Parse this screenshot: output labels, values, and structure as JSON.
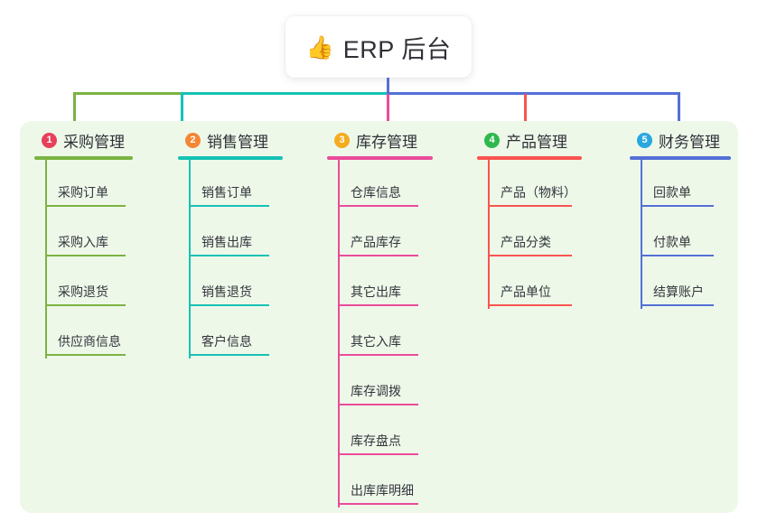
{
  "root": {
    "icon": "👍",
    "icon_name": "thumbs-up-icon",
    "title": "ERP 后台"
  },
  "panel": {
    "background": "#eef8e9"
  },
  "columns": [
    {
      "number": "1",
      "title": "采购管理",
      "badge_color": "#e8405a",
      "line_color": "#7cb342",
      "items": [
        "采购订单",
        "采购入库",
        "采购退货",
        "供应商信息"
      ]
    },
    {
      "number": "2",
      "title": "销售管理",
      "badge_color": "#f58634",
      "line_color": "#16c2b5",
      "items": [
        "销售订单",
        "销售出库",
        "销售退货",
        "客户信息"
      ]
    },
    {
      "number": "3",
      "title": "库存管理",
      "badge_color": "#f5ab1e",
      "line_color": "#ea4b9b",
      "items": [
        "仓库信息",
        "产品库存",
        "其它出库",
        "其它入库",
        "库存调拨",
        "库存盘点",
        "出库库明细"
      ]
    },
    {
      "number": "4",
      "title": "产品管理",
      "badge_color": "#2fb84f",
      "line_color": "#f9544f",
      "items": [
        "产品（物料）",
        "产品分类",
        "产品单位"
      ]
    },
    {
      "number": "5",
      "title": "财务管理",
      "badge_color": "#29a7e1",
      "line_color": "#5470d6",
      "items": [
        "回款单",
        "付款单",
        "结算账户"
      ]
    }
  ],
  "connectors": {
    "stem_color": "#5470d6",
    "bus_segments": [
      {
        "color": "#7cb342"
      },
      {
        "color": "#16c2b5"
      },
      {
        "color": "#5470d6"
      },
      {
        "color": "#5470d6"
      }
    ]
  }
}
